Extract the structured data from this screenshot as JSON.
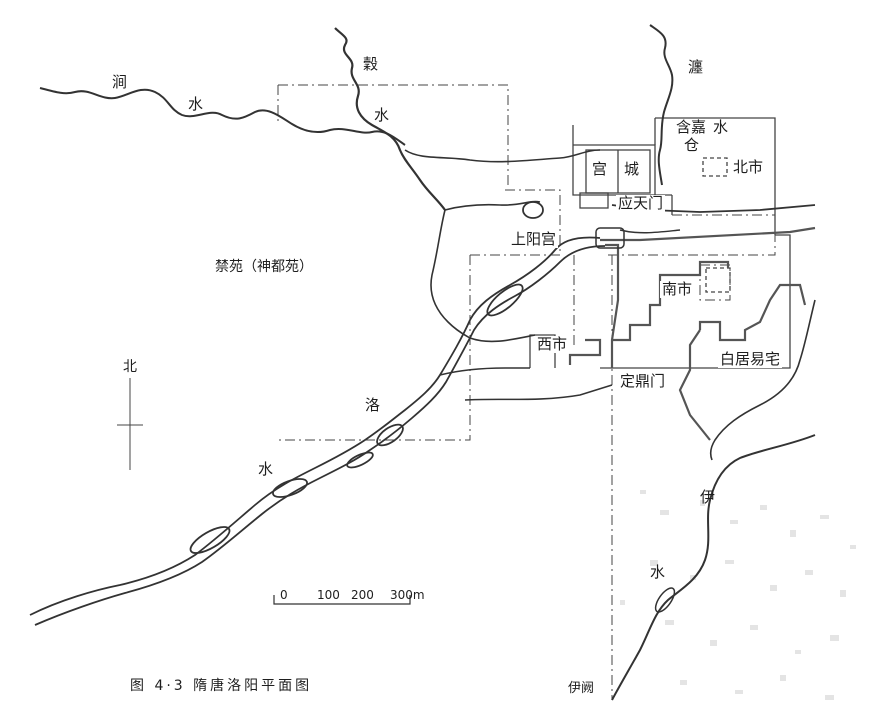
{
  "caption": "图 4·3 隋唐洛阳平面图",
  "north": "北",
  "scale": {
    "ticks": [
      "0",
      "100",
      "200",
      "300m"
    ]
  },
  "rivers": {
    "jian_1": "涧",
    "jian_2": "水",
    "gu_1": "穀",
    "gu_2": "水",
    "chan_1": "瀍",
    "chan_2": "水",
    "luo_1": "洛",
    "luo_2": "水",
    "yi_1": "伊",
    "yi_2": "水"
  },
  "places": {
    "jinyuan": "禁苑（神都苑）",
    "shangyang": "上阳宫",
    "gongcheng_1": "宫",
    "gongcheng_2": "城",
    "hanjia_1": "含嘉",
    "hanjia_2": "仓",
    "beishi": "北市",
    "yingtian": "应天门",
    "nanshi": "南市",
    "xishi": "西市",
    "baijuyi": "白居易宅",
    "dingding": "定鼎门",
    "yique": "伊阙"
  },
  "colors": {
    "ink": "#1e1e1e",
    "wall": "#444444",
    "river": "#333333"
  }
}
